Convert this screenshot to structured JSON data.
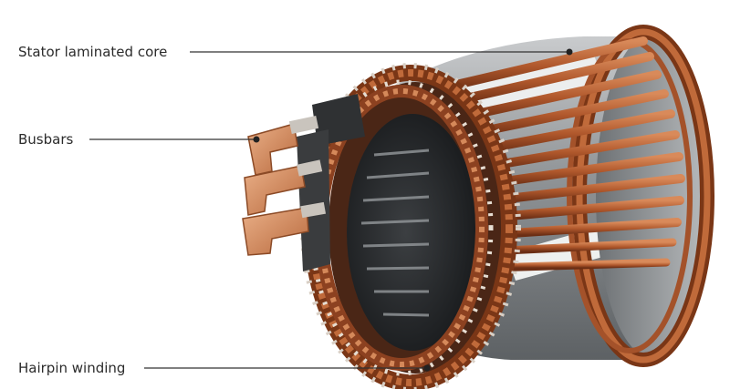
{
  "callouts": {
    "stator_core": "Stator laminated core",
    "busbars": "Busbars",
    "hairpin_winding": "Hairpin winding"
  },
  "colors": {
    "copper": "#b5633a",
    "copper_dark": "#6e3217",
    "steel": "#8f9396",
    "steel_light": "#d8dadb",
    "leader_line": "#333333"
  }
}
